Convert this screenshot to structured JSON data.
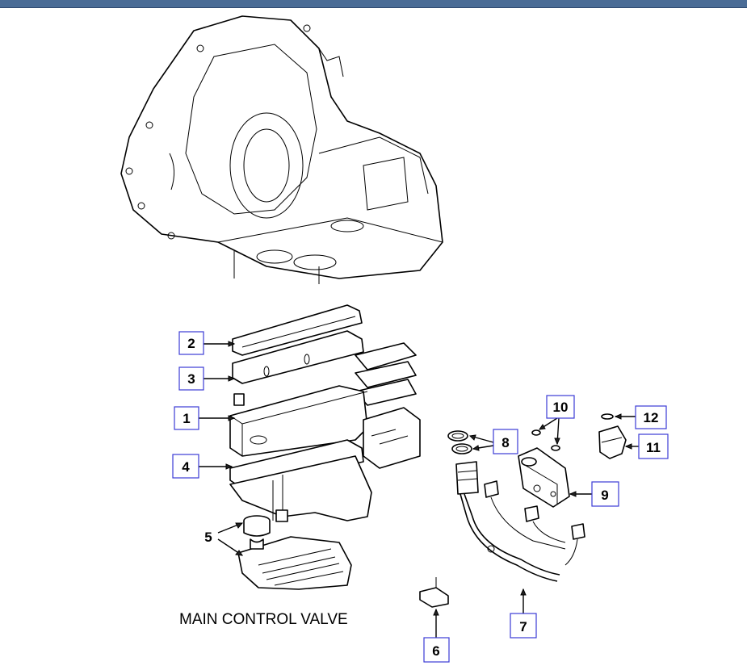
{
  "caption": "MAIN CONTROL VALVE",
  "callouts": [
    {
      "id": "1",
      "label": "1"
    },
    {
      "id": "2",
      "label": "2"
    },
    {
      "id": "3",
      "label": "3"
    },
    {
      "id": "4",
      "label": "4"
    },
    {
      "id": "5",
      "label": "5"
    },
    {
      "id": "6",
      "label": "6"
    },
    {
      "id": "7",
      "label": "7"
    },
    {
      "id": "8",
      "label": "8"
    },
    {
      "id": "9",
      "label": "9"
    },
    {
      "id": "10",
      "label": "10"
    },
    {
      "id": "11",
      "label": "11"
    },
    {
      "id": "12",
      "label": "12"
    }
  ],
  "colors": {
    "topbar": "#4a6c96",
    "callout_border": "#3b3bd6"
  }
}
